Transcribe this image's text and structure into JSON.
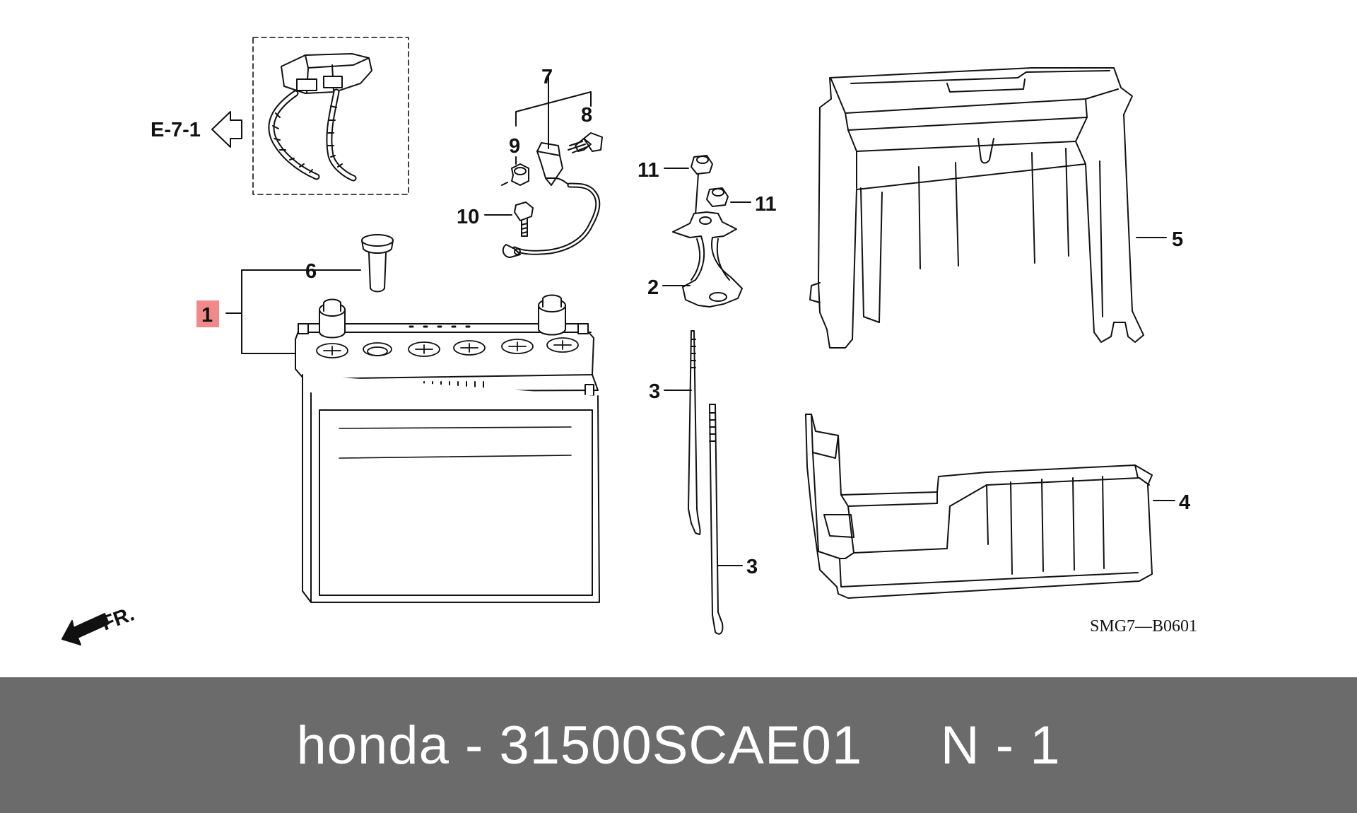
{
  "callouts": {
    "c1": "1",
    "c2": "2",
    "c3a": "3",
    "c3b": "3",
    "c4": "4",
    "c5": "5",
    "c6": "6",
    "c7": "7",
    "c8": "8",
    "c9": "9",
    "c10": "10",
    "c11a": "11",
    "c11b": "11"
  },
  "cross_ref": "E-7-1",
  "front_marker": "FR.",
  "diagram_code": "SMG7—B0601",
  "highlight_color": "#f08a8a",
  "footer": {
    "text": "honda - 31500SCAE01     N - 1",
    "background": "#6b6b6b"
  }
}
